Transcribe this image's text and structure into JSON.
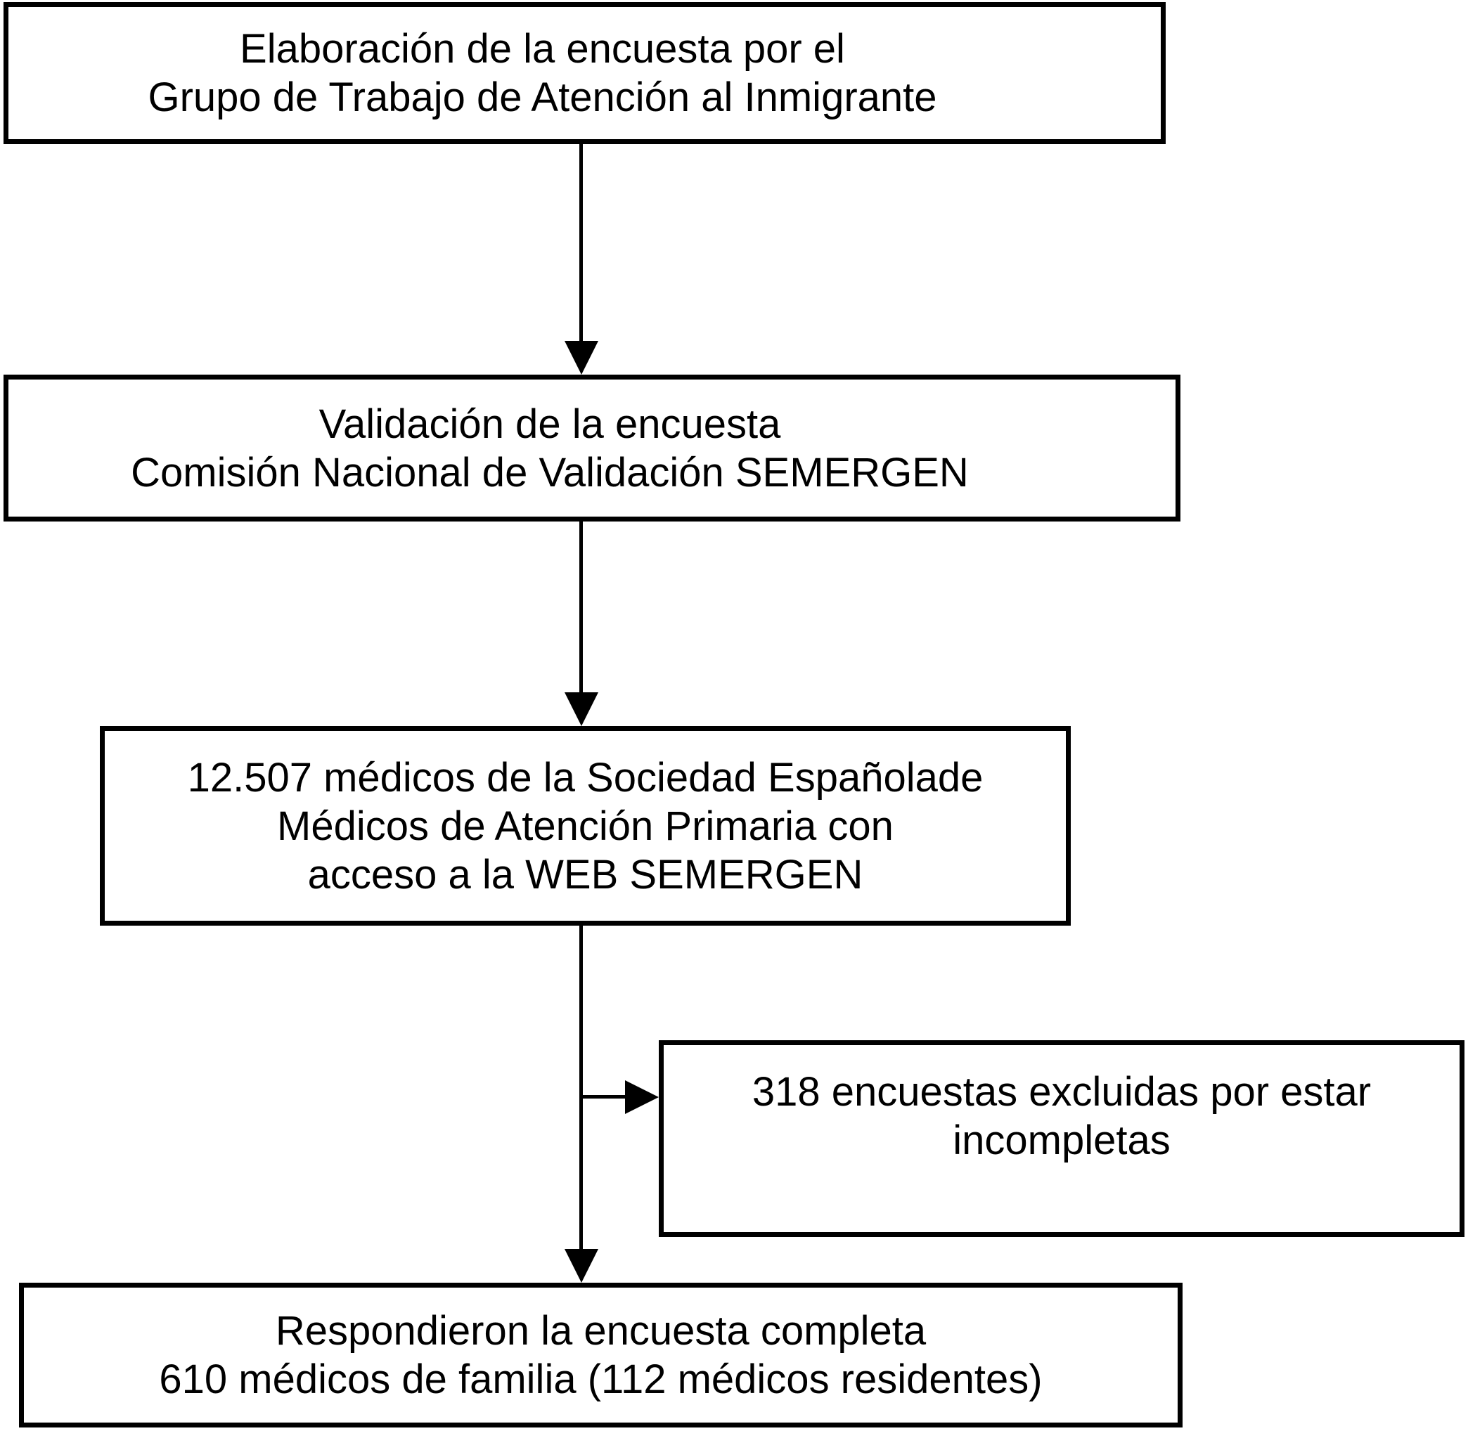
{
  "diagram": {
    "type": "flowchart",
    "background_color": "#ffffff",
    "line_color": "#000000",
    "boxes": {
      "elaboracion": {
        "lines": [
          "Elaboración de la encuesta por el",
          "Grupo de Trabajo de Atención al Inmigrante"
        ]
      },
      "validacion": {
        "lines": [
          "Validación de la encuesta",
          "Comisión Nacional de Validación SEMERGEN"
        ]
      },
      "poblacion": {
        "lines": [
          "12.507 médicos de la Sociedad Españolade",
          "Médicos de Atención Primaria con",
          "acceso a la WEB SEMERGEN"
        ]
      },
      "excluidas": {
        "lines": [
          "318 encuestas excluidas por estar",
          "incompletas"
        ]
      },
      "respondieron": {
        "lines": [
          "Respondieron la encuesta completa",
          "610 médicos de familia (112 médicos residentes)"
        ]
      }
    },
    "connections": [
      {
        "from": "elaboracion",
        "to": "validacion",
        "direction": "down"
      },
      {
        "from": "validacion",
        "to": "poblacion",
        "direction": "down"
      },
      {
        "from": "poblacion",
        "to": "respondieron",
        "direction": "down"
      },
      {
        "from": "poblacion",
        "to": "excluidas",
        "direction": "right"
      }
    ]
  }
}
